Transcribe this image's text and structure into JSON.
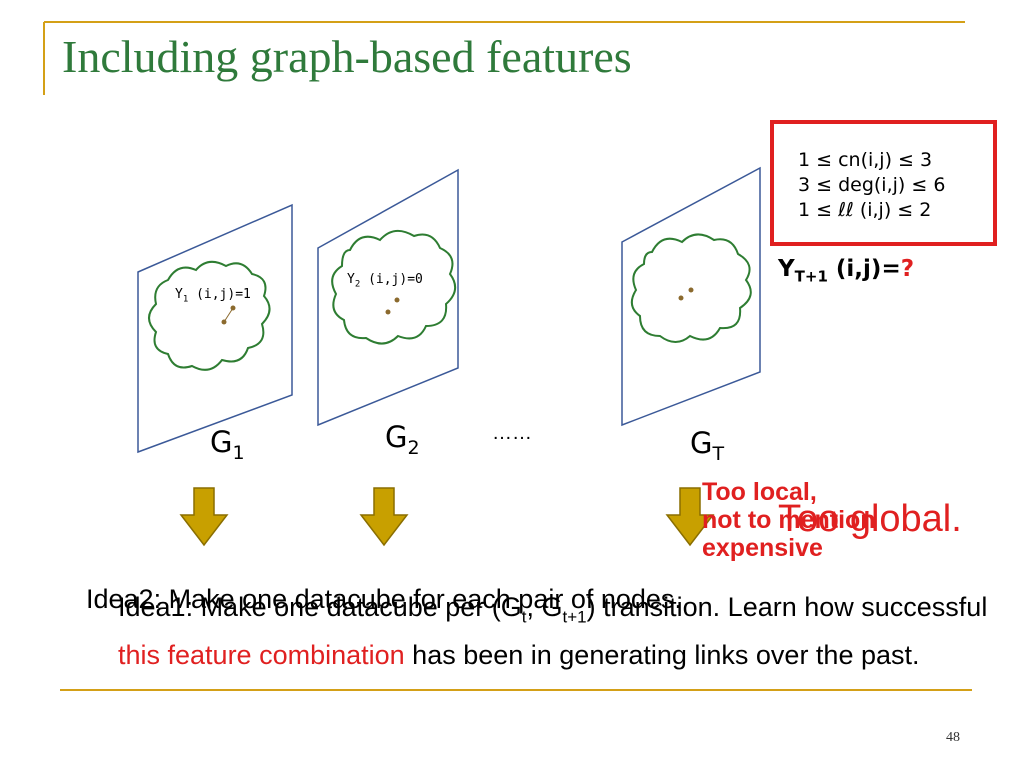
{
  "slide": {
    "title": "Including graph-based features",
    "page_number": "48"
  },
  "graphs": {
    "g1": {
      "label_main": "G",
      "label_sub": "1",
      "cloud_text_pre": "Y",
      "cloud_text_sub": "1",
      "cloud_text_post": " (i,j)=1"
    },
    "g2": {
      "label_main": "G",
      "label_sub": "2",
      "cloud_text_pre": "Y",
      "cloud_text_sub": "2",
      "cloud_text_post": " (i,j)=0"
    },
    "gt": {
      "label_main": "G",
      "label_sub": "T"
    },
    "ellipsis": "……"
  },
  "ranges_box": {
    "lines": [
      "1  ≤  cn(i,j)   ≤ 3",
      "3  ≤ deg(i,j)  ≤ 6",
      "1  ≤  ℓℓ (i,j)  ≤ 2"
    ],
    "border_color": "#e02020"
  },
  "target": {
    "pre": "Y",
    "sub": "T+1",
    "post": " (i,j)=",
    "question": "?"
  },
  "annotations": {
    "too_local_lines": [
      "Too local,",
      "not to mention",
      "expensive"
    ],
    "too_global": "Too global."
  },
  "ideas": {
    "idea2": "Idea2: Make one datacube for each pair of nodes.",
    "idea1": {
      "part1": "Idea1: Make one datacube per (G",
      "sub1": "t",
      "part2": ", G",
      "sub2": "t+1",
      "part3": ") transition. Learn how successful ",
      "highlight": "this feature combination",
      "part4": " has been in generating links over the past."
    }
  },
  "colors": {
    "title": "#2f7a3b",
    "accent_rule": "#d4a017",
    "frame": "#3b5998",
    "cloud": "#2e7d32",
    "arrow": "#c8a000",
    "highlight": "#e02020"
  },
  "icons": [
    "down-arrow-icon",
    "cloud-shape",
    "node-dot"
  ]
}
